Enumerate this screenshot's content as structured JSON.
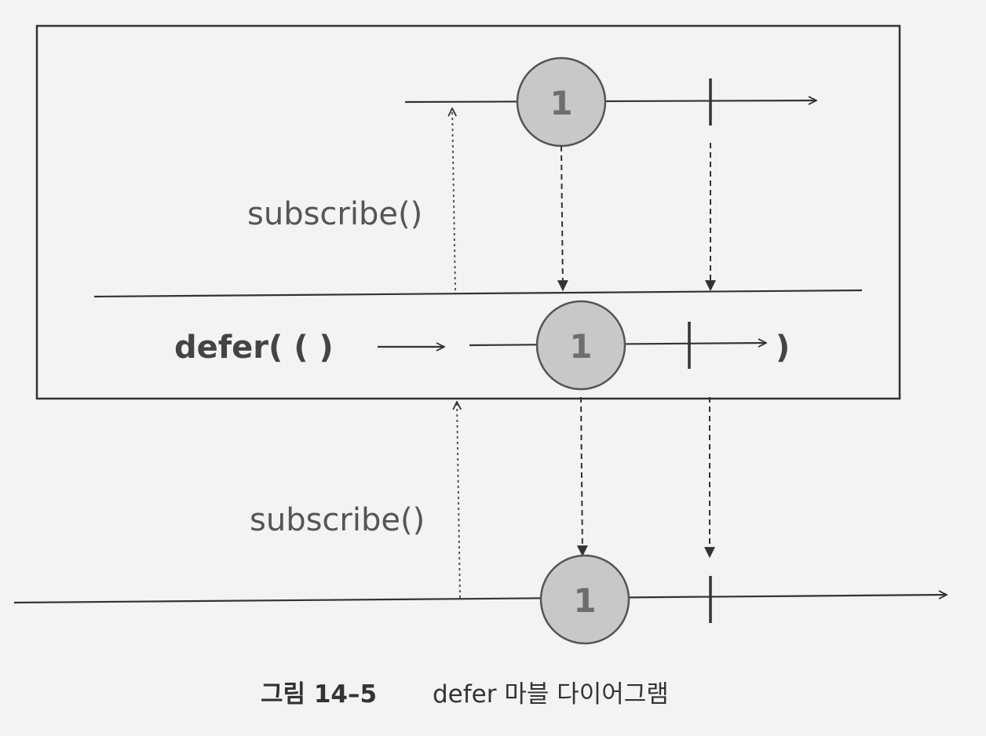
{
  "labels": {
    "subscribe_top": "subscribe()",
    "subscribe_bottom": "subscribe()",
    "defer_open": "defer( ( )",
    "defer_close": ")"
  },
  "marbles": {
    "source": "1",
    "inner": "1",
    "output": "1"
  },
  "caption": {
    "figure_number": "그림 14–5",
    "text": "defer 마블 다이어그램"
  },
  "colors": {
    "background": "#f3f3f1",
    "line": "#333333",
    "marble_fill": "#c8c8c8",
    "marble_stroke": "#555555"
  }
}
